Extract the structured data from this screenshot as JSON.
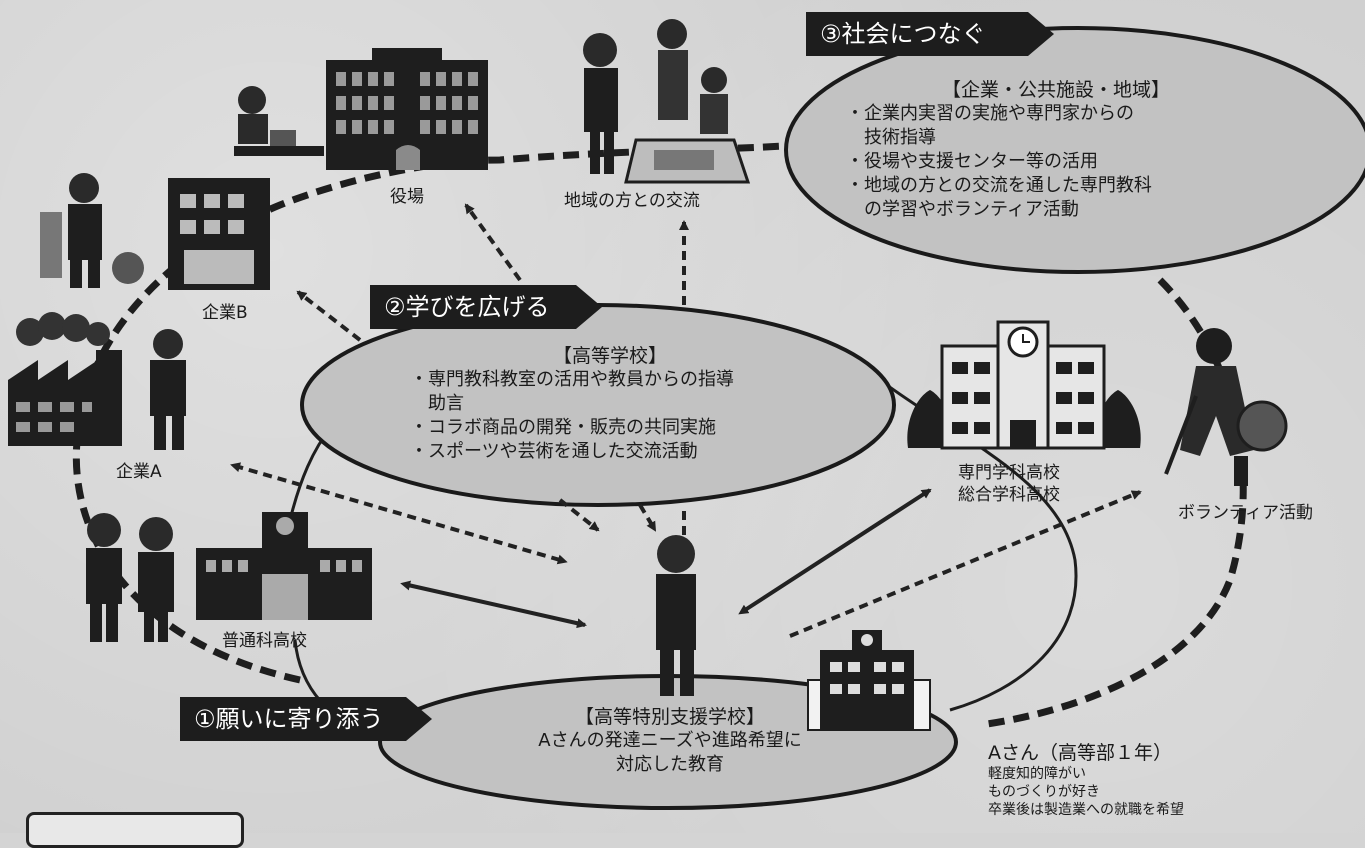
{
  "banners": {
    "b1": "①願いに寄り添う",
    "b2": "②学びを広げる",
    "b3": "③社会につなぐ"
  },
  "box_society": {
    "heading": "【企業・公共施設・地域】",
    "items": [
      "・企業内実習の実施や専門家からの",
      "　技術指導",
      "・役場や支援センター等の活用",
      "・地域の方との交流を通した専門教科",
      "　の学習やボランティア活動"
    ]
  },
  "box_high": {
    "heading": "【高等学校】",
    "items": [
      "・専門教科教室の活用や教員からの指導",
      "　助言",
      "・コラボ商品の開発・販売の共同実施",
      "・スポーツや芸術を通した交流活動"
    ]
  },
  "box_special": {
    "heading": "【高等特別支援学校】",
    "items": [
      "Aさんの発達ニーズや進路希望に",
      "対応した教育"
    ]
  },
  "places": {
    "yakuba": "役場",
    "chiiki": "地域の方との交流",
    "kigyo_b": "企業B",
    "kigyo_a": "企業A",
    "futsuka": "普通科高校",
    "senmon_1": "専門学科高校",
    "senmon_2": "総合学科高校",
    "volunteer": "ボランティア活動"
  },
  "profile": {
    "name": "Aさん（高等部１年）",
    "lines": [
      "軽度知的障がい",
      "ものづくりが好き",
      "卒業後は製造業への就職を希望"
    ]
  }
}
